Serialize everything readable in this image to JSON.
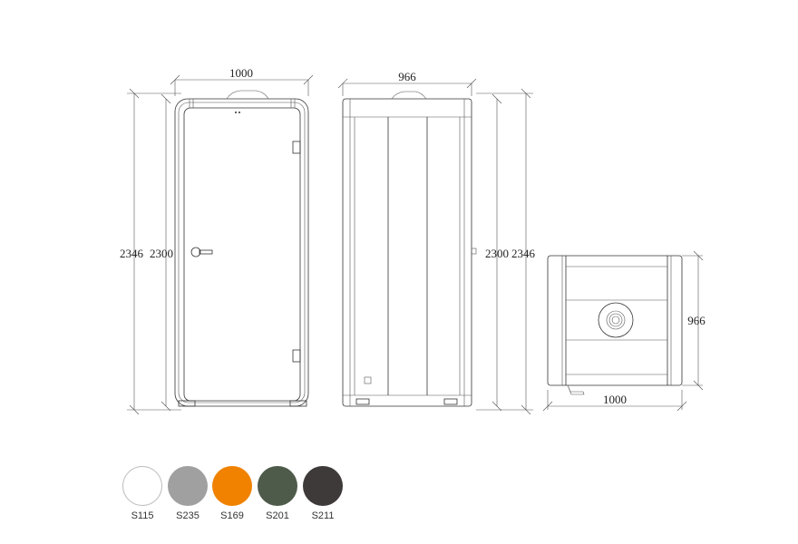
{
  "front_view": {
    "width_label": "1000",
    "total_height_label": "2346",
    "body_height_label": "2300"
  },
  "side_view": {
    "depth_label": "966",
    "body_height_label": "2300",
    "total_height_label": "2346"
  },
  "top_view": {
    "depth_label": "966",
    "width_label": "1000"
  },
  "colors": [
    {
      "code": "S115",
      "hex": "#ffffff"
    },
    {
      "code": "S235",
      "hex": "#a0a0a0"
    },
    {
      "code": "S169",
      "hex": "#f08200"
    },
    {
      "code": "S201",
      "hex": "#4e5a4a"
    },
    {
      "code": "S211",
      "hex": "#3e3a39"
    }
  ]
}
